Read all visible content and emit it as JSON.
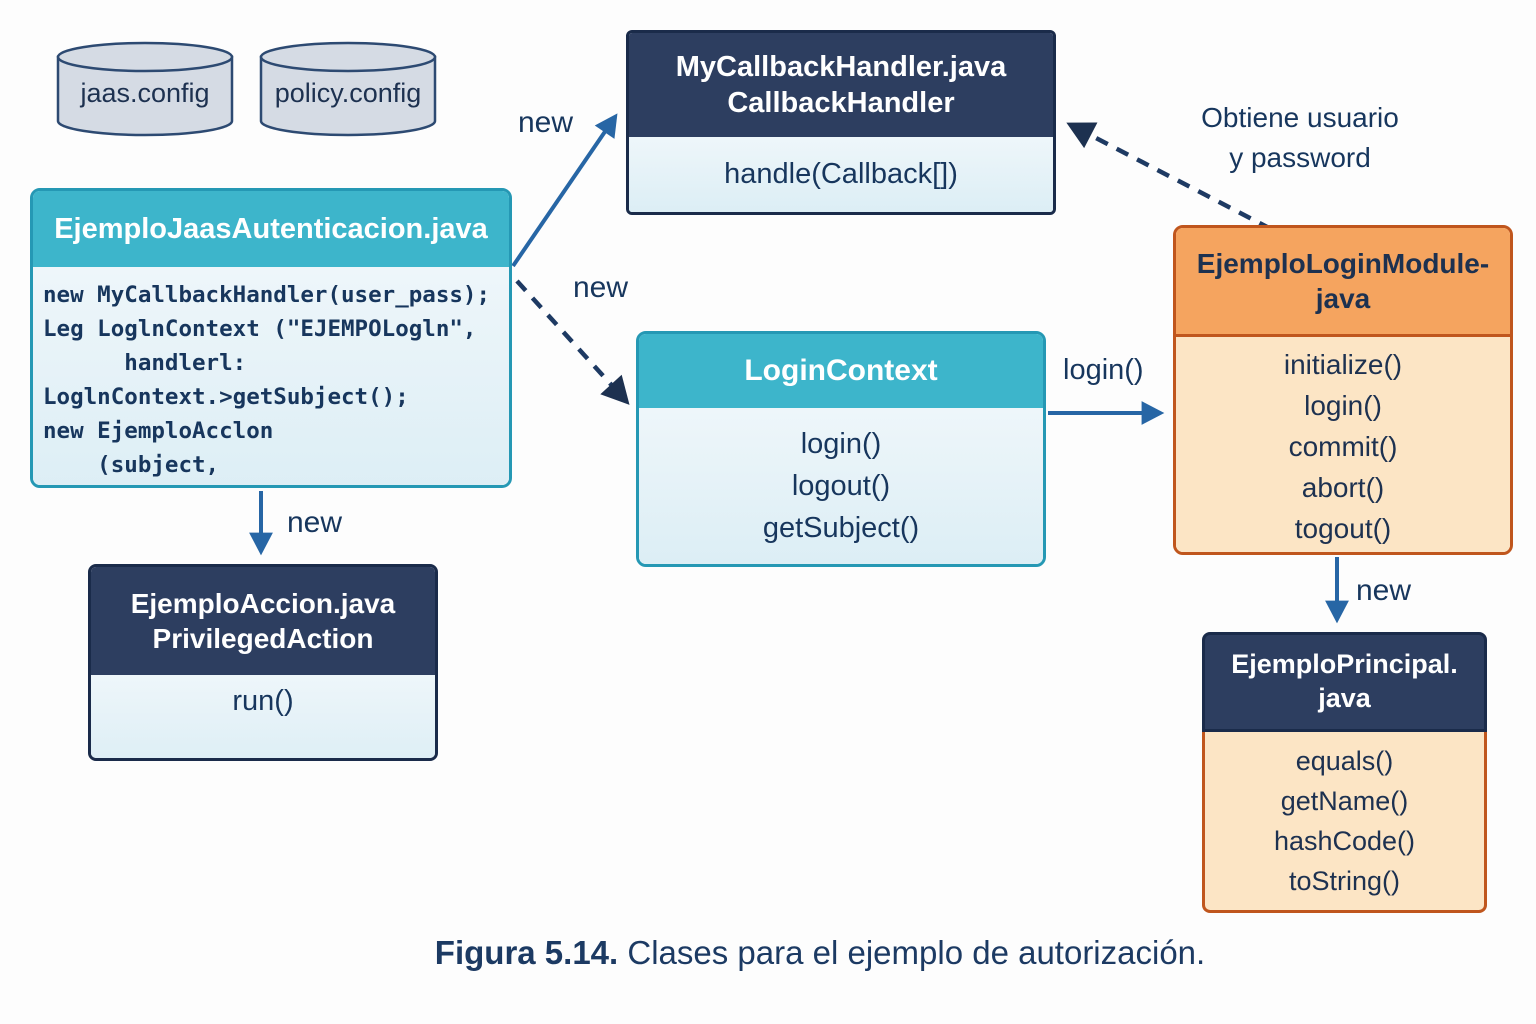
{
  "colors": {
    "teal_header": "#3db5cb",
    "teal_border": "#2598b4",
    "navy_header": "#2d3e60",
    "navy_border": "#1a2b4a",
    "light_blue_body": "#e7f3f8",
    "orange_header": "#f5a45f",
    "orange_border": "#c0561d",
    "light_orange_body": "#fce5c5",
    "arrow_blue": "#2766a5",
    "arrow_navy": "#1d3150",
    "text_navy": "#17365d",
    "cylinder_fill": "#d5dbe4",
    "cylinder_border": "#2d4a72"
  },
  "cylinders": [
    {
      "label": "jaas.config"
    },
    {
      "label": "policy.config"
    }
  ],
  "classes": {
    "callback_handler": {
      "title": "MyCallbackHandler.java",
      "subtitle": "CallbackHandler",
      "methods": [
        "handle(Callback[])"
      ]
    },
    "jaas": {
      "title": "EjemploJaasAutenticacion.java",
      "code_lines": [
        "new MyCallbackHandler(user_pass);",
        "Leg LoglnContext (\"EJEMPOLogln\",",
        "      handlerl:",
        "LoglnContext.>getSubject();",
        "new EjemploAcclon",
        "    (subject,"
      ]
    },
    "login_context": {
      "title": "LoginContext",
      "methods": [
        "login()",
        "logout()",
        "getSubject()"
      ]
    },
    "login_module": {
      "title": "EjemploLoginModule-",
      "subtitle": "java",
      "methods": [
        "initialize()",
        "login()",
        "commit()",
        "abort()",
        "togout()"
      ]
    },
    "accion": {
      "title": "EjemploAccion.java",
      "subtitle": "PrivilegedAction",
      "methods": [
        "run()"
      ]
    },
    "principal": {
      "title": "EjemploPrincipal.",
      "subtitle": "java",
      "methods": [
        "equals()",
        "getName()",
        "hashCode()",
        "toString()"
      ]
    }
  },
  "edge_labels": {
    "new_to_callback": "new",
    "new_to_logincontext": "new",
    "new_to_accion": "new",
    "new_to_principal": "new",
    "login_call": "login()",
    "obtiene_line1": "Obtiene usuario",
    "obtiene_line2": "y password"
  },
  "caption": {
    "figure_label": "Figura 5.14.",
    "text": " Clases para el ejemplo de autorización."
  }
}
